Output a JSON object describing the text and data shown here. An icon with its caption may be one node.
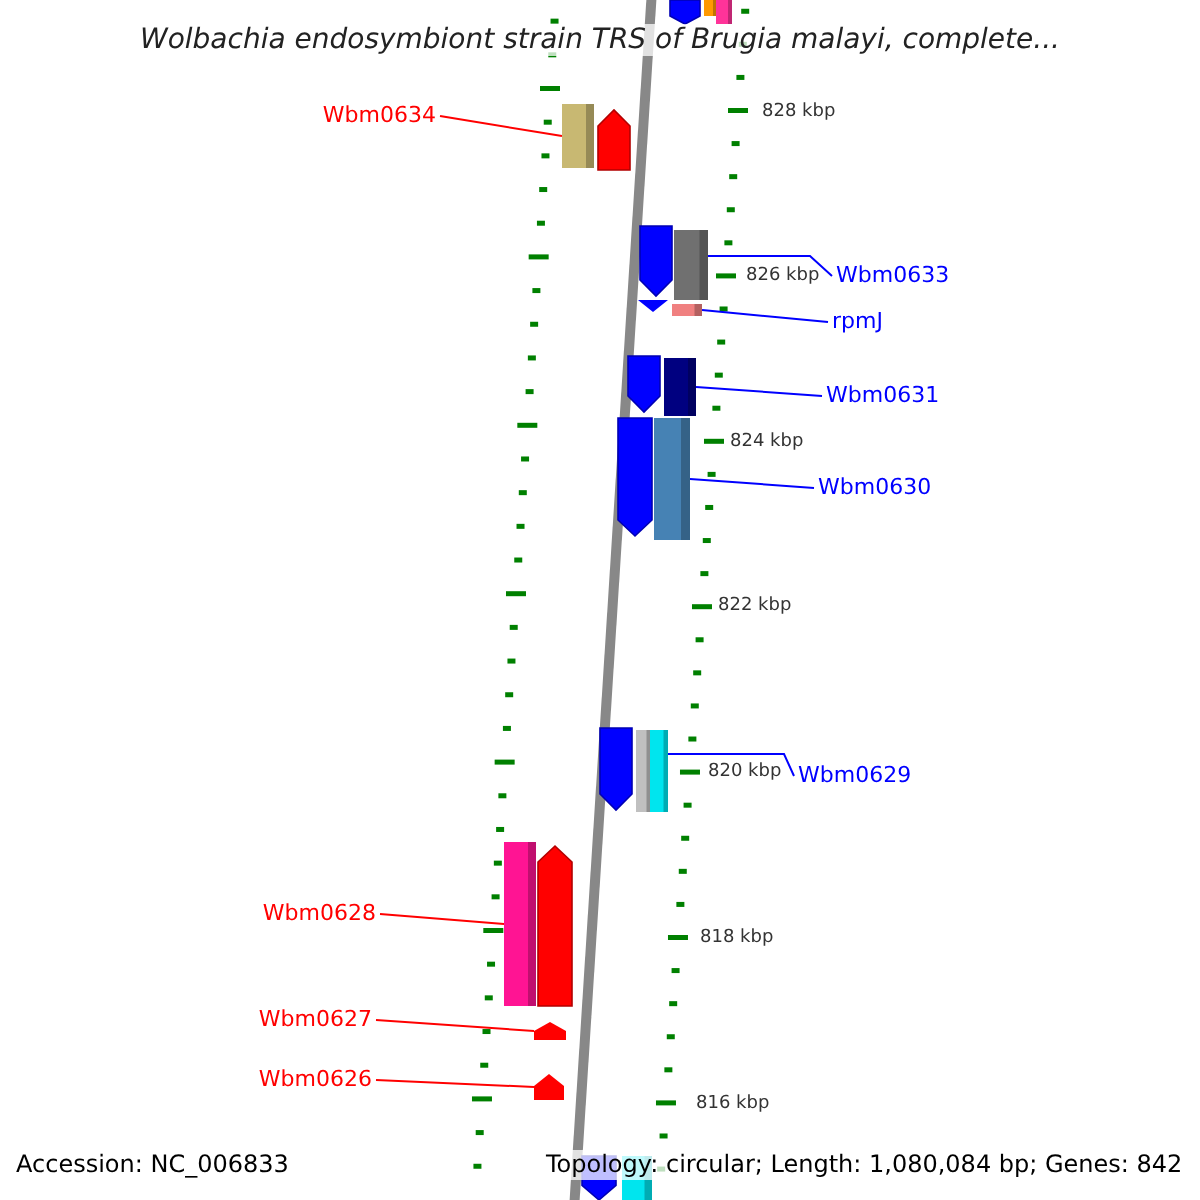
{
  "diagram": {
    "title": "Wolbachia endosymbiont strain TRS of Brugia malayi, complete...",
    "nodes": [
      {
        "text": [
          "Wbm0634"
        ]
      },
      {
        "text": [],
        "shape": "bar"
      },
      {
        "text": [
          "Wbm0633"
        ]
      },
      {
        "text": [],
        "shape": "bar"
      },
      {
        "text": [
          "rpmJ"
        ]
      },
      {
        "text": [],
        "shape": "bar"
      },
      {
        "text": [
          "Wbm0631"
        ]
      },
      {
        "text": [],
        "shape": "bar"
      },
      {
        "text": [
          "Wbm0630"
        ]
      },
      {
        "text": [],
        "shape": "bar"
      },
      {
        "text": [
          "Wbm0629"
        ]
      },
      {
        "text": [],
        "shape": "bar"
      },
      {
        "text": [
          "Wbm0628"
        ]
      },
      {
        "text": [],
        "shape": "bar"
      },
      {
        "text": [
          "Wbm0627"
        ]
      },
      {
        "text": [],
        "shape": "pentagon"
      },
      {
        "text": [
          "Wbm0626"
        ]
      },
      {
        "text": [],
        "shape": "pentagon"
      },
      {
        "text": [],
        "shape": "arrow"
      },
      {
        "text": [],
        "shape": "bar"
      },
      {
        "text": [],
        "shape": "bar"
      },
      {
        "text": [],
        "shape": "arrow"
      },
      {
        "text": [],
        "shape": "arrow"
      },
      {
        "text": [],
        "shape": "triangle"
      },
      {
        "text": [],
        "shape": "arrow"
      },
      {
        "text": [],
        "shape": "arrow"
      },
      {
        "text": [],
        "shape": "arrow"
      },
      {
        "text": [],
        "shape": "bar"
      },
      {
        "text": [],
        "shape": "arrow"
      },
      {
        "text": [],
        "shape": "arrow"
      },
      {
        "text": [],
        "shape": "bar"
      }
    ],
    "edges": [
      {
        "from": 0,
        "to": 1,
        "arrow": "none",
        "color": "#ff0000"
      },
      {
        "from": 2,
        "to": 3,
        "arrow": "none"
      },
      {
        "from": 4,
        "to": 5,
        "arrow": "none"
      },
      {
        "from": 6,
        "to": 7,
        "arrow": "none"
      },
      {
        "from": 8,
        "to": 9,
        "arrow": "none"
      },
      {
        "from": 10,
        "to": 11,
        "arrow": "none"
      },
      {
        "from": 12,
        "to": 13,
        "arrow": "none",
        "color": "#ff0000"
      },
      {
        "from": 14,
        "to": 15,
        "arrow": "none",
        "color": "#ff0000"
      },
      {
        "from": 16,
        "to": 17,
        "arrow": "none",
        "color": "#ff0000"
      }
    ],
    "labels": [
      "828 kbp",
      "826 kbp",
      "824 kbp",
      "822 kbp",
      "820 kbp",
      "818 kbp",
      "816 kbp",
      "Accession: NC_006833",
      "Topology: circular; Length: 1,080,084 bp; Genes: 842"
    ]
  }
}
